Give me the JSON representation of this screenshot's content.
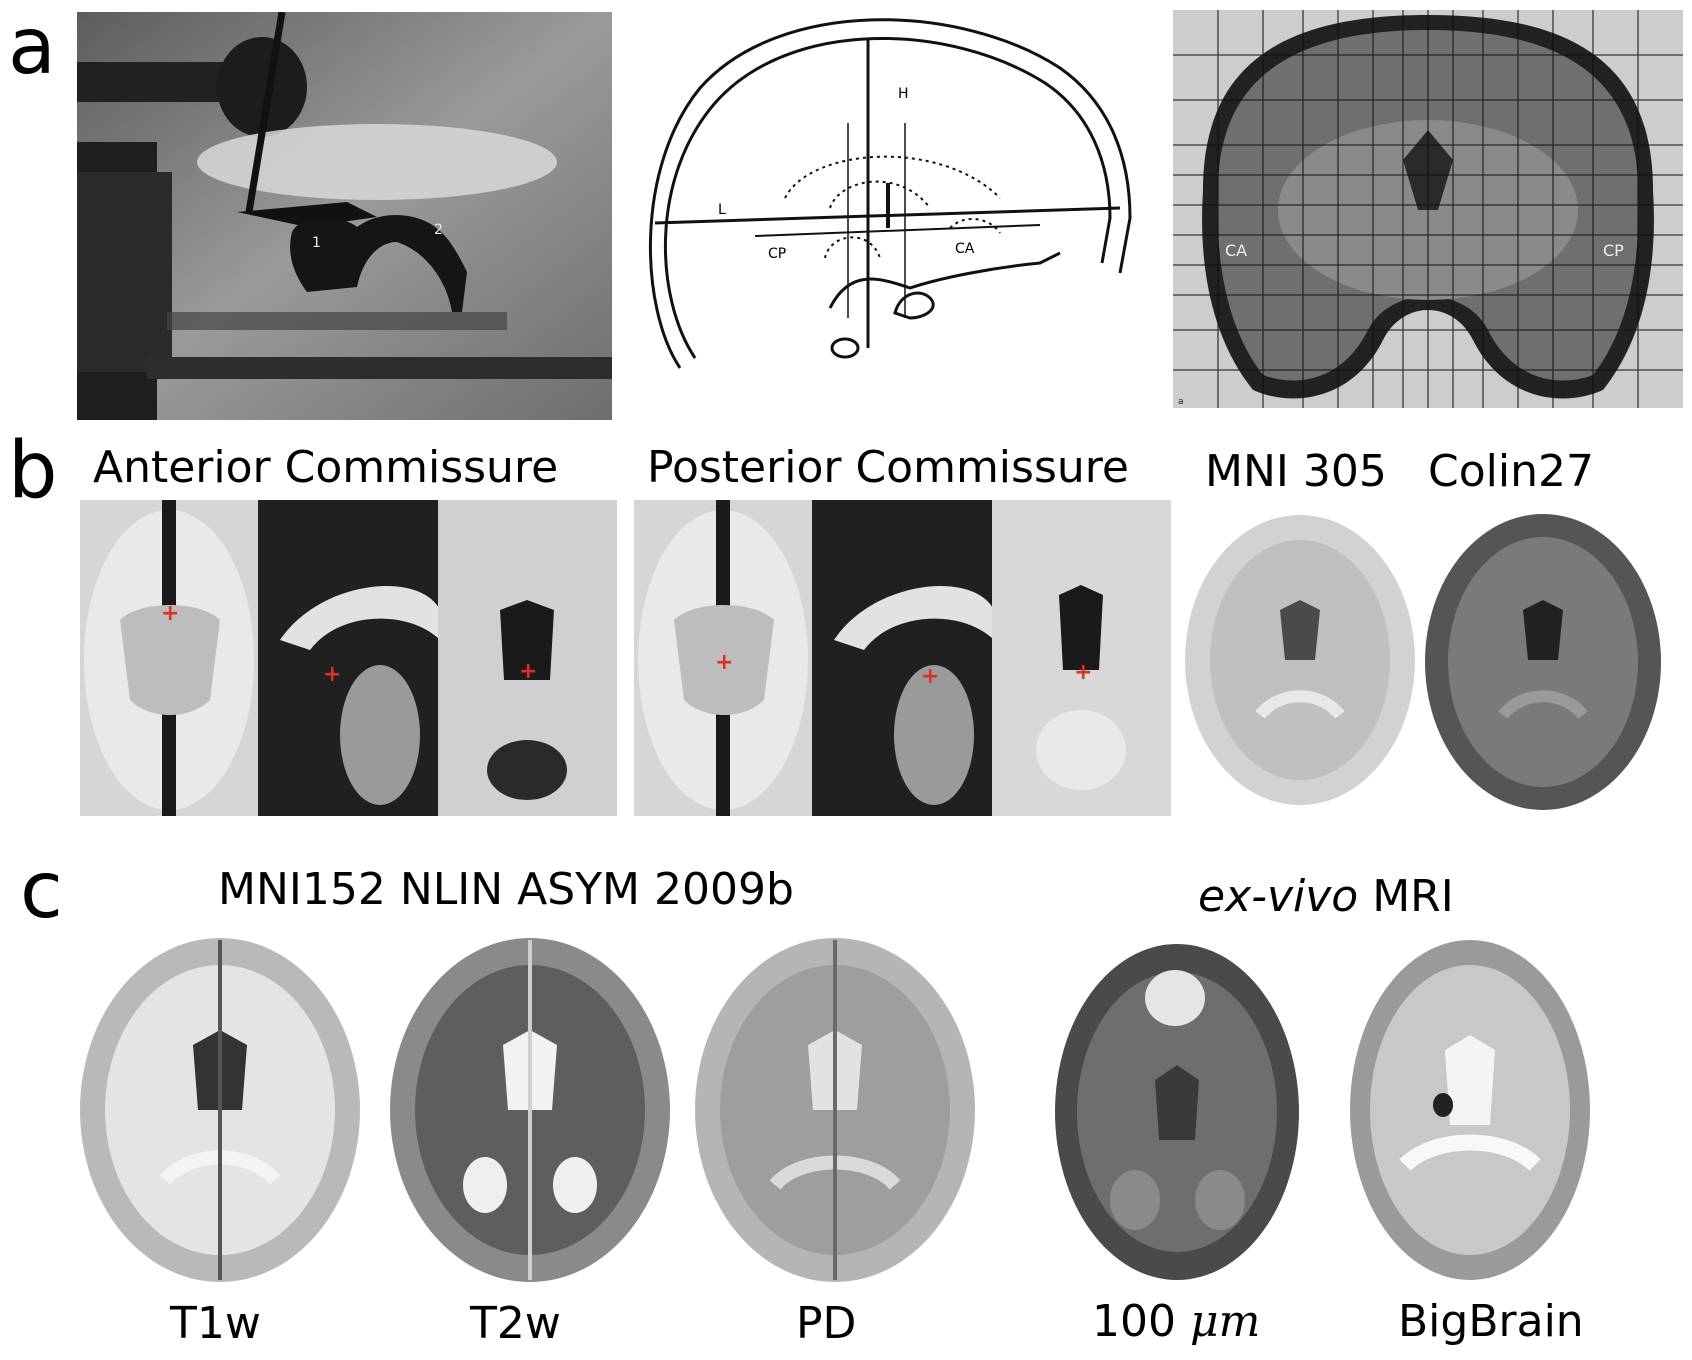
{
  "panels": {
    "a": {
      "letter": "a",
      "xray_labels": [
        "1",
        "2"
      ],
      "diagram_labels": {
        "h": "H",
        "l": "L",
        "cp": "CP",
        "ca": "CA"
      },
      "section_labels": {
        "ca": "CA",
        "cp": "CP",
        "corner": "a"
      }
    },
    "b": {
      "letter": "b",
      "titles": {
        "anterior": "Anterior Commissure",
        "posterior": "Posterior Commissure",
        "mni305": "MNI 305",
        "colin27": "Colin27"
      },
      "marker": "+"
    },
    "c": {
      "letter": "c",
      "titles": {
        "mni152": "MNI152 NLIN ASYM 2009b",
        "exvivo_italic": "ex-vivo",
        "exvivo_rest": " MRI"
      },
      "captions": {
        "t1w": "T1w",
        "t2w": "T2w",
        "pd": "PD",
        "um_number": "100 ",
        "um_unit": "μm",
        "bigbrain": "BigBrain"
      }
    }
  },
  "colors": {
    "crosshair": "#e03020"
  }
}
